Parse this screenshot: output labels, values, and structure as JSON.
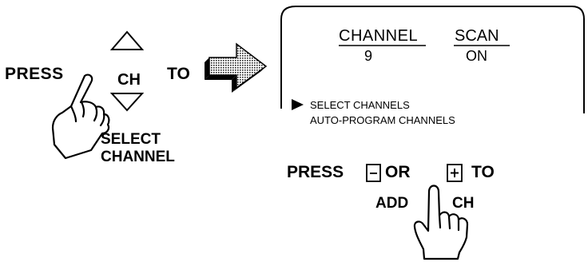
{
  "left": {
    "press_label": "PRESS",
    "ch_label": "CH",
    "to_label": "TO",
    "select_label_line1": "SELECT",
    "select_label_line2": "CHANNEL"
  },
  "panel": {
    "channel_title": "CHANNEL",
    "channel_value": "9",
    "scan_title": "SCAN",
    "scan_value": "ON",
    "menu_item_1": "SELECT CHANNELS",
    "menu_item_2": "AUTO-PROGRAM CHANNELS"
  },
  "bottom": {
    "press_label": "PRESS",
    "minus_symbol": "−",
    "or_label": "OR",
    "plus_symbol": "+",
    "to_label": "TO",
    "add_label": "ADD",
    "ch_label": "CH"
  },
  "colors": {
    "ink": "#000000",
    "paper": "#ffffff",
    "arrow_shade": "#8c8c8c"
  }
}
